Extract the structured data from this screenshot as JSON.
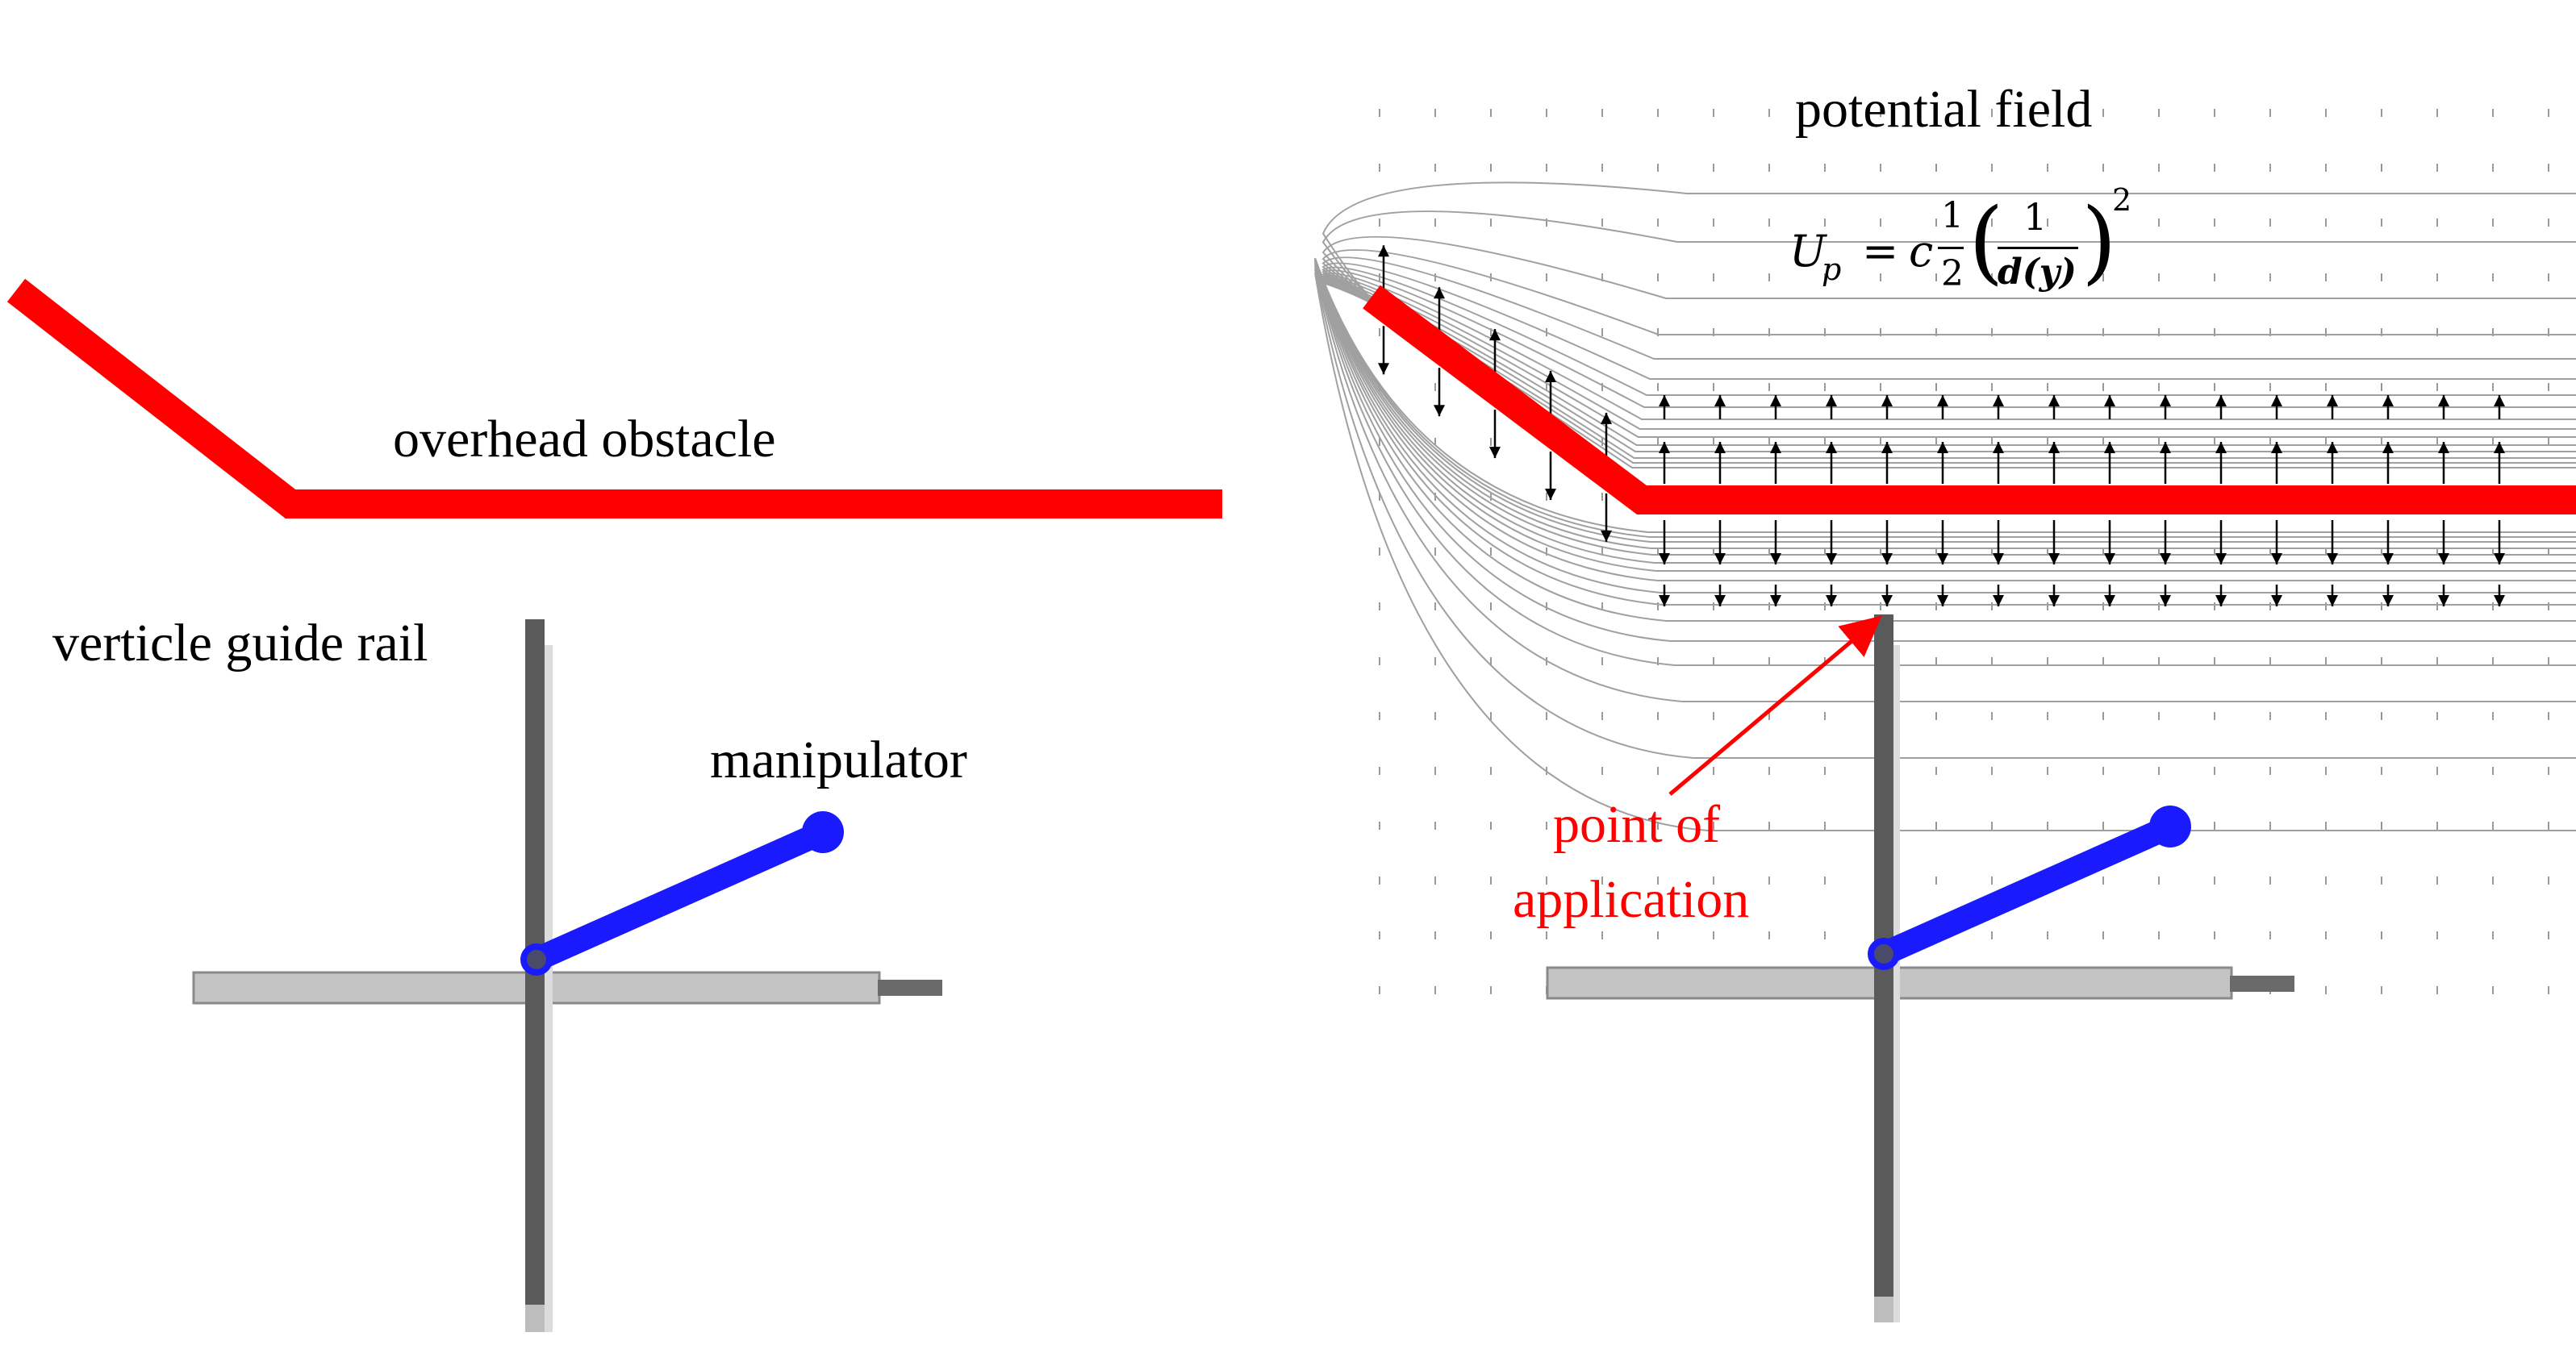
{
  "labels": {
    "overhead_obstacle": "overhead obstacle",
    "vertical_guide_rail": "verticle guide rail",
    "manipulator": "manipulator",
    "potential_field": "potential field",
    "point_of_application_line1": "point of",
    "point_of_application_line2": "application"
  },
  "formula": {
    "lhs": "U",
    "lhs_sub": "p",
    "equals": "=",
    "coef": "c",
    "half_num": "1",
    "half_den": "2",
    "inner_num": "1",
    "inner_den": "d(y)",
    "exponent": "2"
  },
  "colors": {
    "obstacle": "#ff0000",
    "manipulator": "#1a1aff",
    "annotation": "#ff0000",
    "rail_dark": "#555555",
    "rail_light": "#c0c0c0",
    "field_lines": "#a0a0a0",
    "vectors": "#000000"
  }
}
